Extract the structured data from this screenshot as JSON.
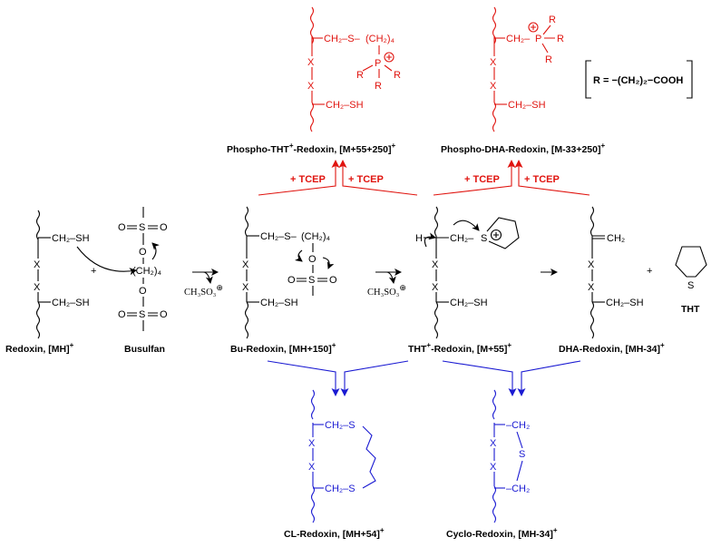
{
  "colors": {
    "black": "#000000",
    "red": "#e0140f",
    "blue": "#1a1ad2"
  },
  "r_definition": "R = −(CH₂)₂−COOH",
  "atoms": {
    "X": "X",
    "S": "S",
    "O": "O",
    "H": "H",
    "P": "P",
    "R": "R",
    "CH2": "CH₂",
    "CH2_dash": "CH₂–",
    "CH2S_link": "CH₂–S–",
    "CH2SH": "CH₂–SH",
    "CH2_4": "(CH₂)₄",
    "CH2S_single": "CH₂–S",
    "CH2_plain": "–CH₂",
    "eq_CH2": "CH₂",
    "plus_charge": "⊕"
  },
  "compounds": {
    "redoxin": {
      "caption": "Redoxin, [MH]",
      "sup": "+"
    },
    "busulfan": {
      "caption": "Busulfan"
    },
    "bu_redoxin": {
      "caption": "Bu-Redoxin, [MH+150]",
      "sup": "+"
    },
    "tht_redoxin": {
      "caption_a": "THT",
      "caption_sup1": "+",
      "caption_b": "-Redoxin, [M+55]",
      "sup": "+"
    },
    "dha_redoxin": {
      "caption": "DHA-Redoxin, [MH-34]",
      "sup": "+"
    },
    "tht": {
      "caption": "THT"
    },
    "phospho_tht": {
      "caption_a": "Phospho-THT",
      "caption_sup1": "+",
      "caption_b": "-Redoxin, [M+55+250]",
      "sup": "+"
    },
    "phospho_dha": {
      "caption": "Phospho-DHA-Redoxin, [M-33+250]",
      "sup": "+"
    },
    "cl_redoxin": {
      "caption": "CL-Redoxin, [MH+54]",
      "sup": "+"
    },
    "cyclo_redoxin": {
      "caption": "Cyclo-Redoxin, [MH-34]",
      "sup": "+"
    }
  },
  "reagents": {
    "tcep": "+ TCEP",
    "plus": "+",
    "leaving_group": "CH₃SO₃"
  }
}
